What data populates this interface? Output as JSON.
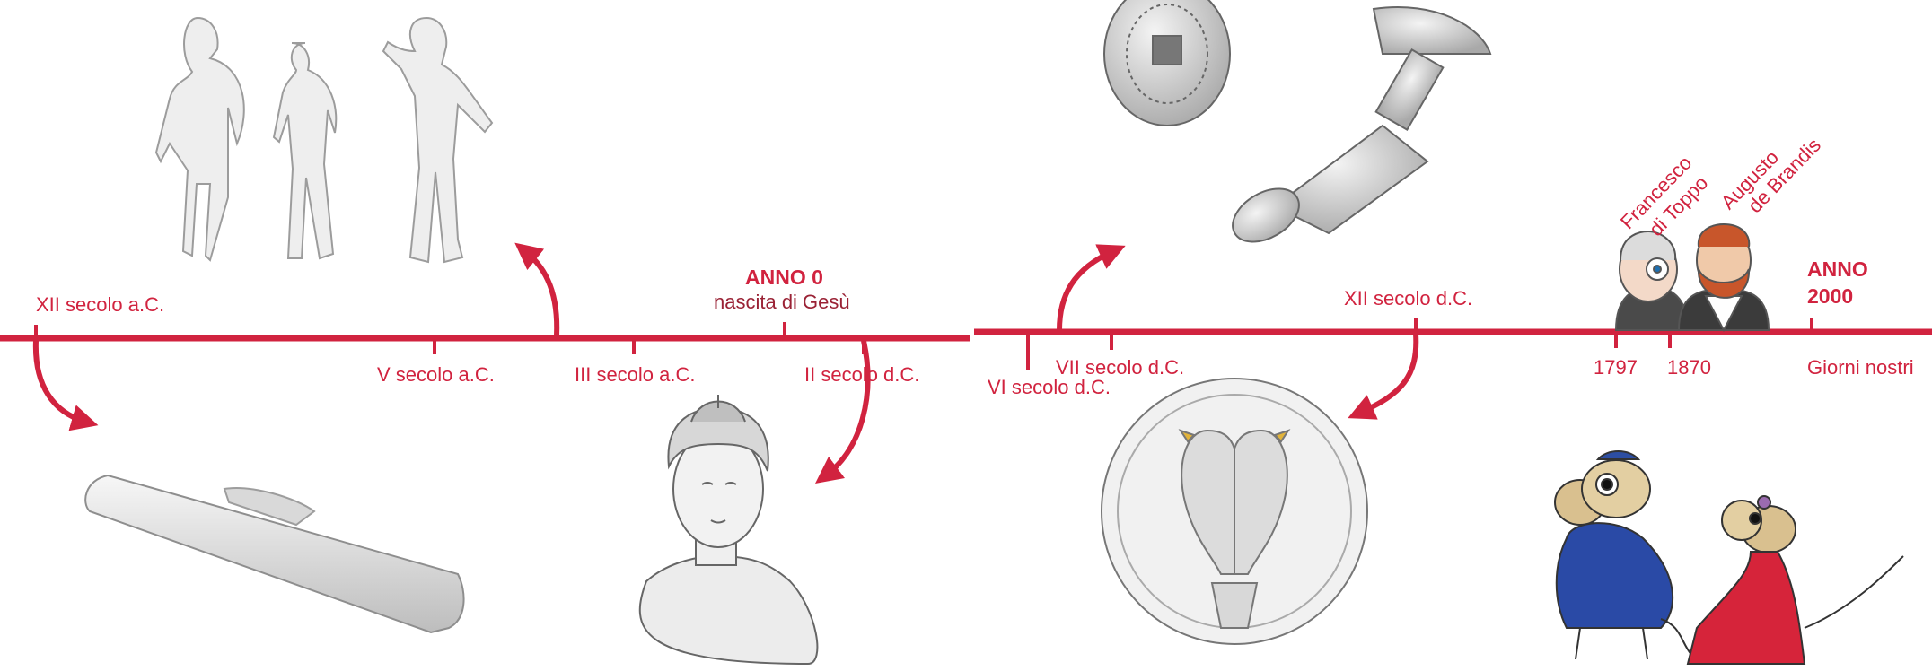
{
  "accent_color": "#d1233f",
  "labels": {
    "xii_ac": "XII secolo a.C.",
    "v_ac": "V secolo a.C.",
    "iii_ac": "III secolo a.C.",
    "anno0_title": "ANNO 0",
    "anno0_sub": "nascita di Gesù",
    "ii_dc": "II secolo d.C.",
    "vi_dc": "VI secolo d.C.",
    "vii_dc": "VII secolo d.C.",
    "xii_dc": "XII secolo d.C.",
    "y1797": "1797",
    "y1870": "1870",
    "anno2000_title": "ANNO",
    "anno2000_year": "2000",
    "giorni": "Giorni nostri",
    "toppo_line1": "Francesco",
    "toppo_line2": "di Toppo",
    "brandis_line1": "Augusto",
    "brandis_line2": "de Brandis"
  },
  "illustrations": [
    "bronze-statuettes",
    "bronze-tube",
    "female-bust",
    "round-brooch",
    "long-fibula",
    "medallion-two-eagles",
    "francesco-di-toppo-portrait",
    "augusto-de-brandis-portrait",
    "mouse-characters"
  ]
}
